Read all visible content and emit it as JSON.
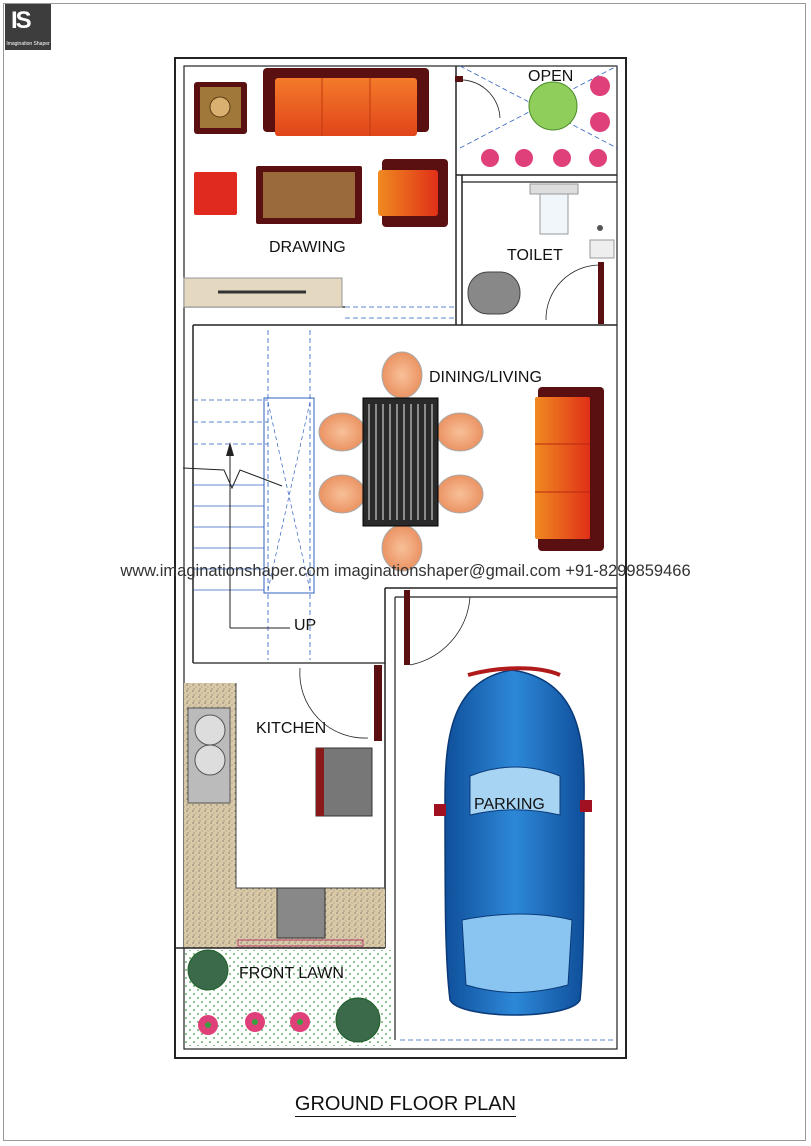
{
  "logo": {
    "mark": "IS",
    "caption": "Imagination Shaper"
  },
  "rooms": {
    "open": "OPEN",
    "drawing": "DRAWING",
    "toilet": "TOILET",
    "dining_living": "DINING/LIVING",
    "up": "UP",
    "kitchen": "KITCHEN",
    "parking": "PARKING",
    "front_lawn": "FRONT LAWN"
  },
  "watermark": "www.imaginationshaper.com imaginationshaper@gmail.com +91-8299859466",
  "title": "GROUND FLOOR PLAN",
  "colors": {
    "wall": "#222222",
    "sofa": "#ef5b1c",
    "sofa_dark": "#5a1010",
    "chair": "#f0a070",
    "car": "#1f6fc0",
    "counter": "#d8c8a8",
    "lawn_dots": "#3c9a3c",
    "hidden_line": "#3060c0"
  }
}
